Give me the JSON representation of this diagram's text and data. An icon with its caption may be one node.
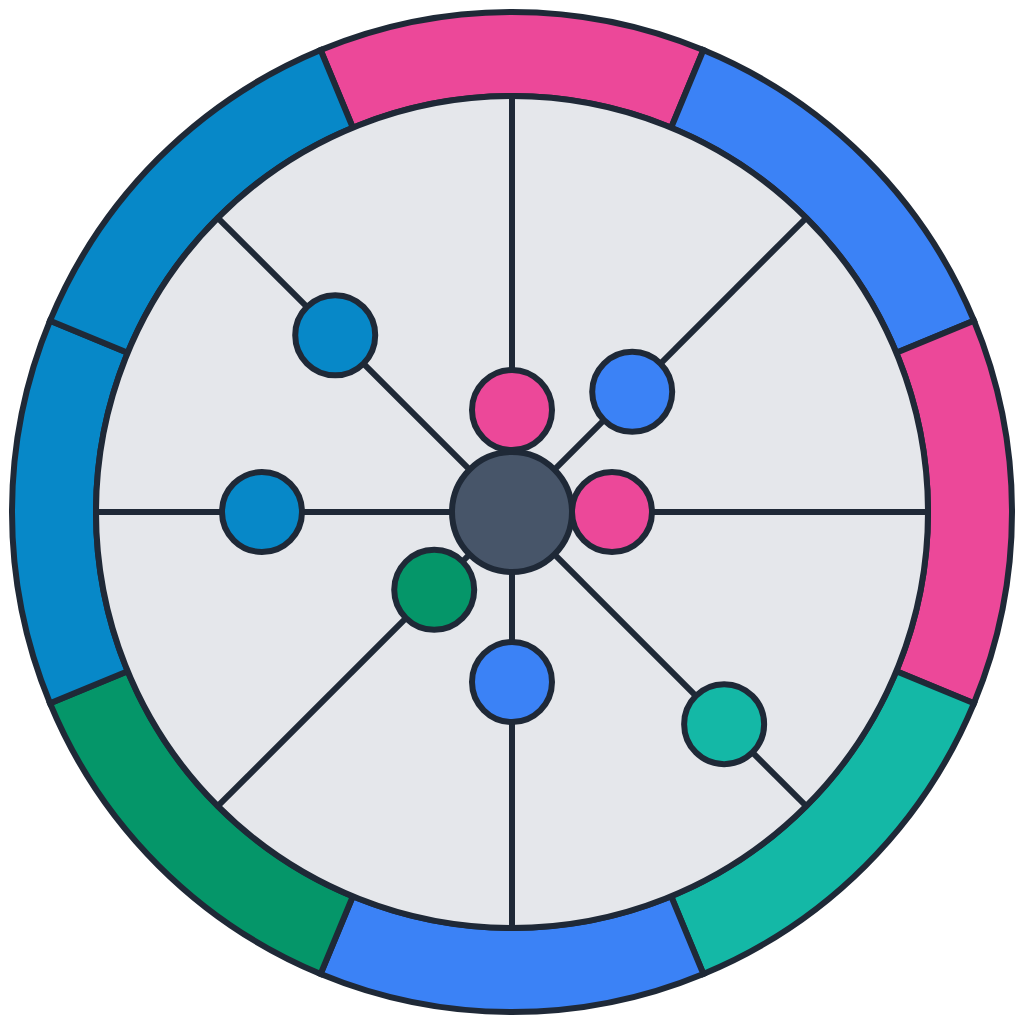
{
  "diagram": {
    "nodes": [
      {
        "text": [],
        "shape": "circle"
      },
      {
        "text": [],
        "shape": "circle"
      },
      {
        "text": [],
        "shape": "circle"
      },
      {
        "text": [],
        "shape": "circle"
      },
      {
        "text": [],
        "shape": "circle"
      },
      {
        "text": [],
        "shape": "circle"
      },
      {
        "text": [],
        "shape": "circle"
      },
      {
        "text": [],
        "shape": "circle"
      },
      {
        "text": [],
        "shape": "circle"
      }
    ],
    "edges": [
      {
        "from": 4,
        "to": 0,
        "arrow": "none"
      },
      {
        "from": 4,
        "to": 1,
        "arrow": "none"
      },
      {
        "from": 4,
        "to": 3,
        "arrow": "none"
      },
      {
        "from": 4,
        "to": 6,
        "arrow": "none"
      },
      {
        "from": 4,
        "to": 7,
        "arrow": "none"
      },
      {
        "from": 4,
        "to": 8,
        "arrow": "none"
      }
    ]
  }
}
